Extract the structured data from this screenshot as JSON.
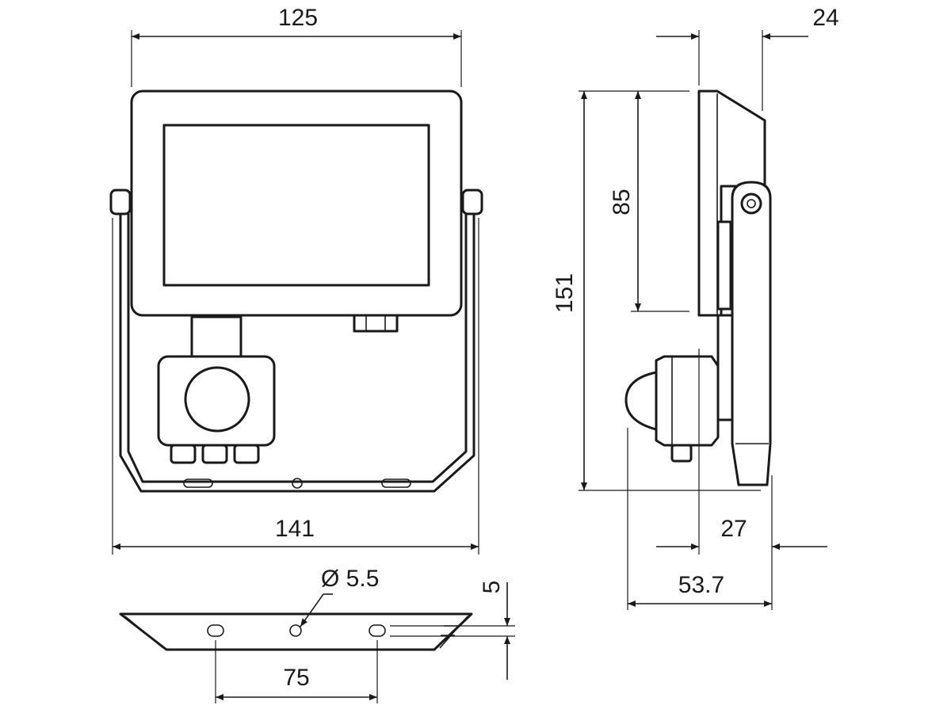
{
  "dimensions": {
    "width_125": "125",
    "depth_24": "24",
    "height_151": "151",
    "height_85": "85",
    "width_141": "141",
    "depth_27": "27",
    "depth_53_7": "53.7",
    "hole_dia": "Ø 5.5",
    "offset_5": "5",
    "hole_spacing_75": "75"
  },
  "colors": {
    "line": "#1a1a1a",
    "background": "#ffffff"
  }
}
